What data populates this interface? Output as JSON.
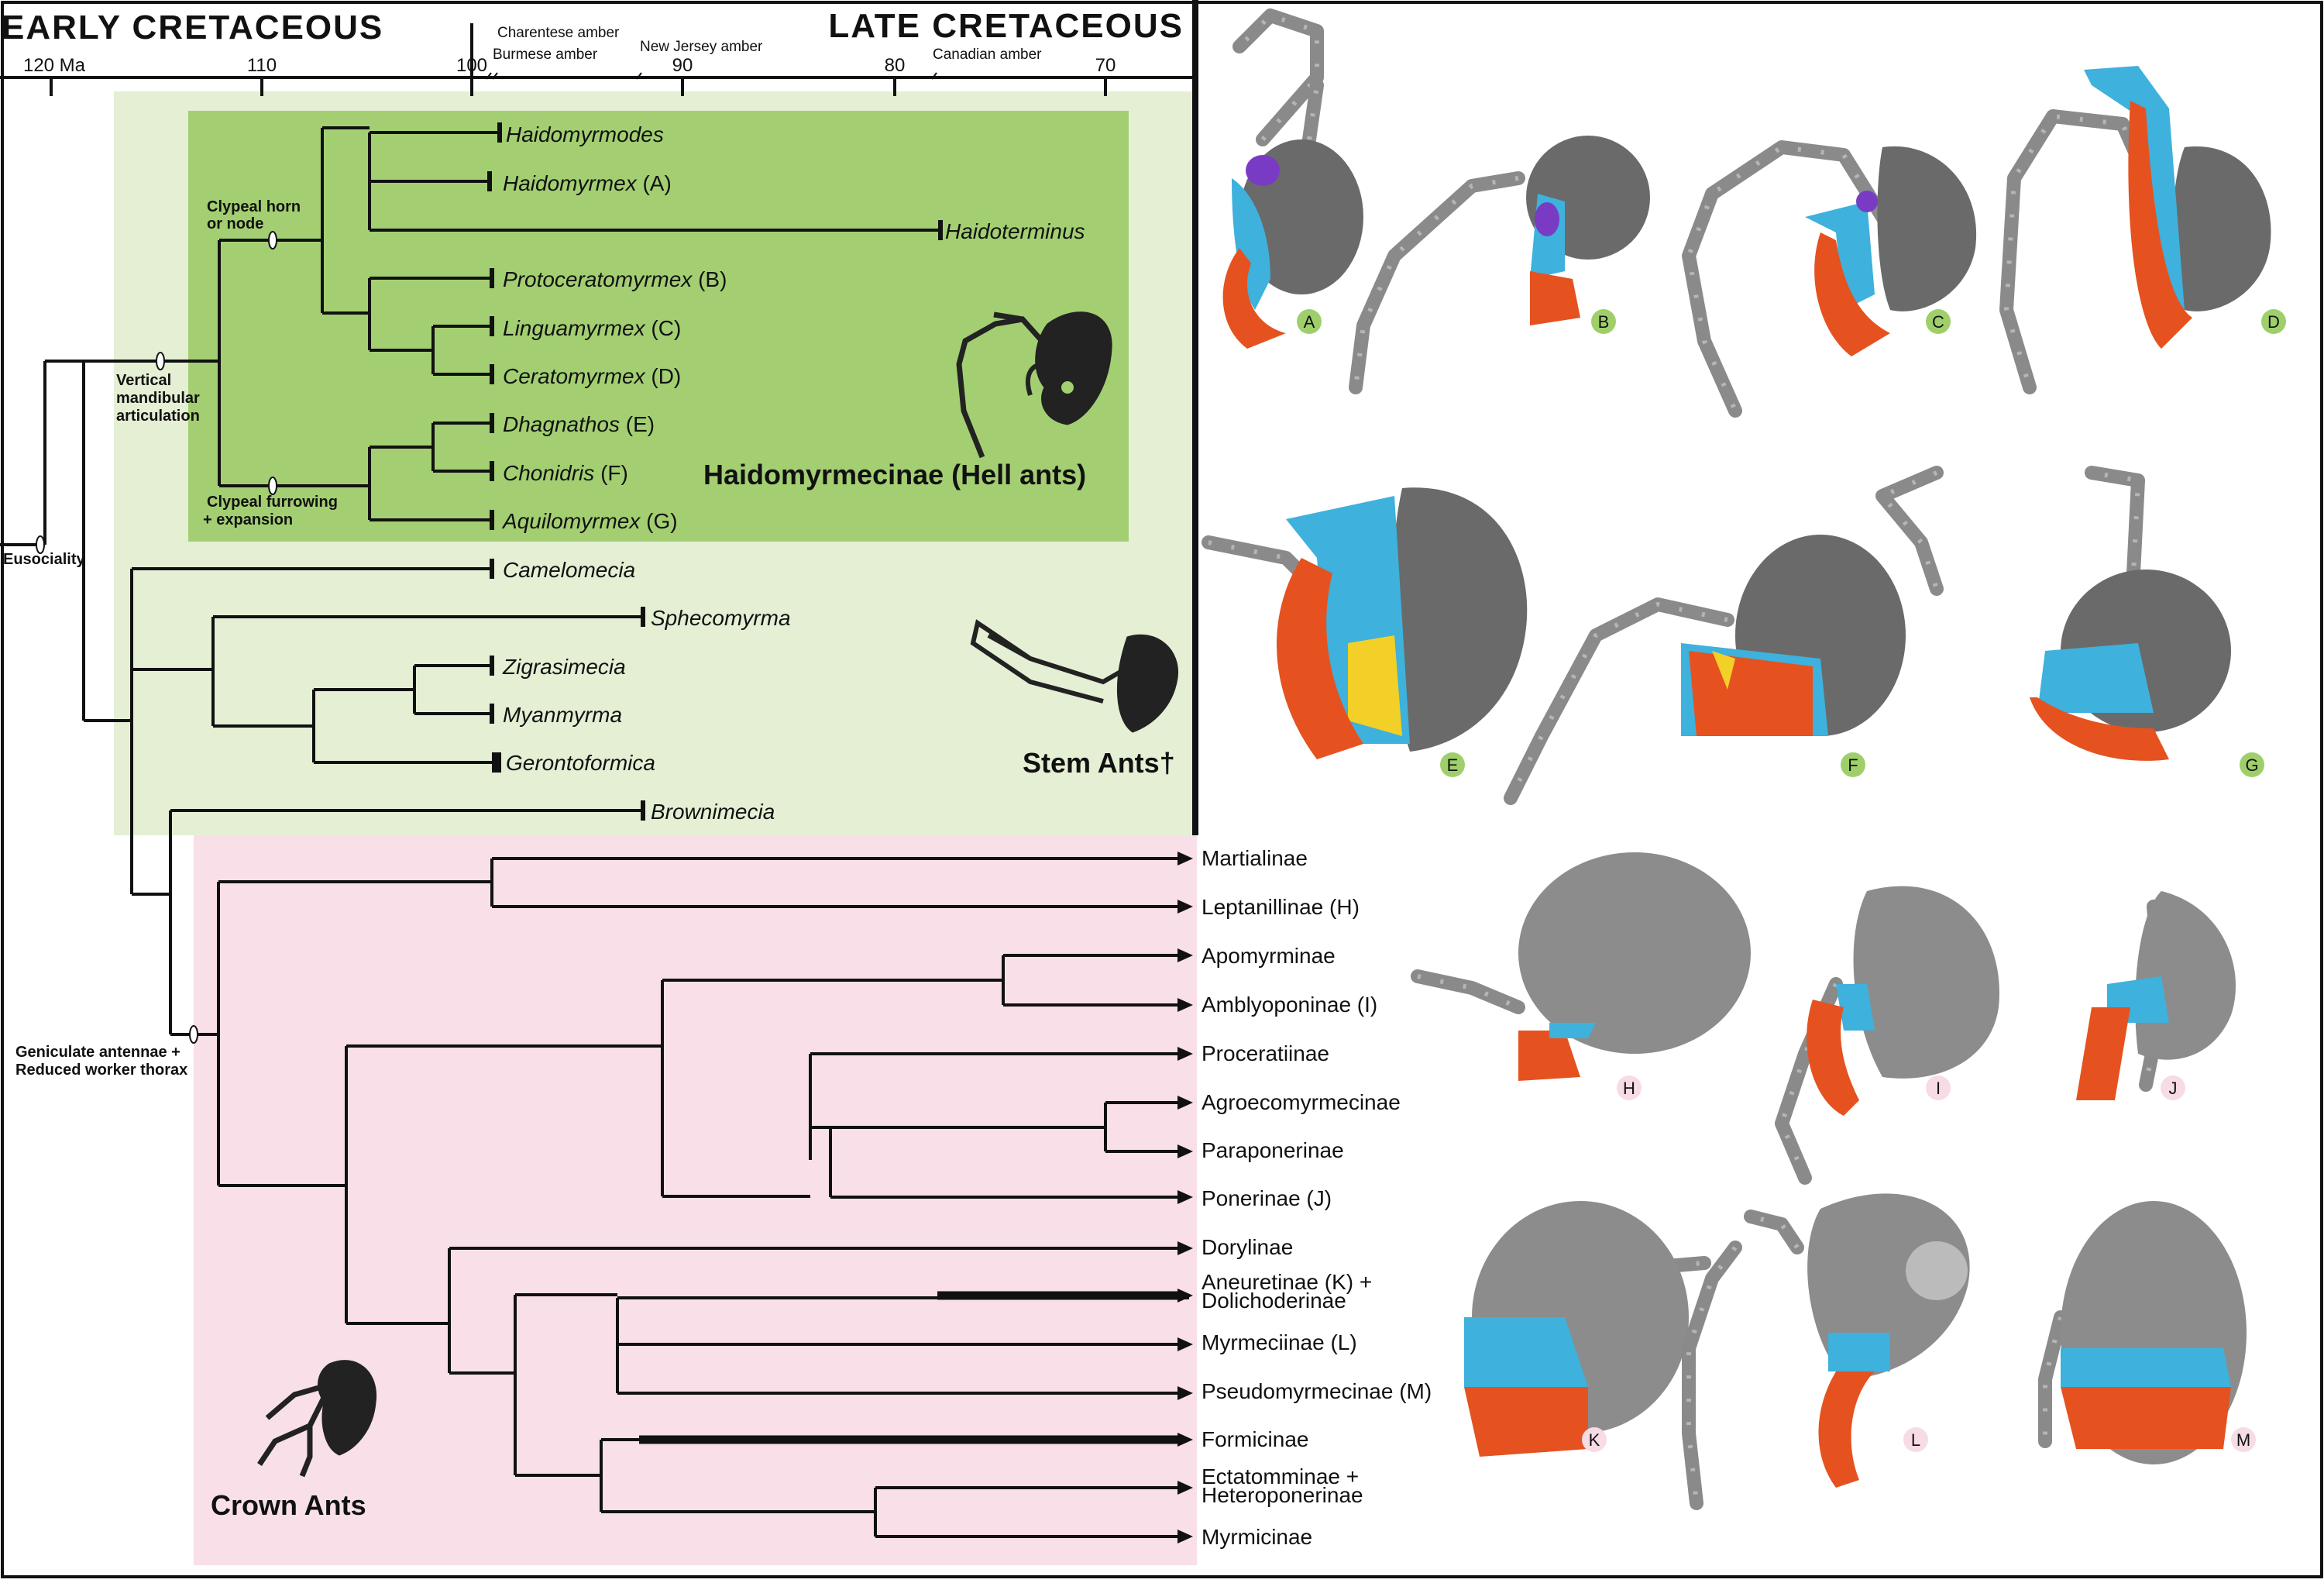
{
  "timescale": {
    "early_label": "EARLY CRETACEOUS",
    "late_label": "LATE CRETACEOUS",
    "ticks": [
      "120 Ma",
      "110",
      "100",
      "90",
      "80",
      "70"
    ],
    "ambers": [
      "Charentese amber",
      "Burmese amber",
      "New Jersey amber",
      "Canadian amber"
    ]
  },
  "node_labels": {
    "eusociality": "Eusociality",
    "vertical_1": "Vertical",
    "vertical_2": "mandibular",
    "vertical_3": "articulation",
    "clypeal_horn_1": "Clypeal horn",
    "clypeal_horn_2": "or node",
    "clypeal_furrow_1": "Clypeal furrowing",
    "clypeal_furrow_2": "+ expansion",
    "geniculate_1": "Geniculate antennae +",
    "geniculate_2": "Reduced worker thorax"
  },
  "groups": {
    "hell_ants": "Haidomyrmecinae (Hell ants)",
    "stem_ants": "Stem Ants†",
    "crown_ants": "Crown Ants"
  },
  "hell_ant_taxa": [
    {
      "name": "Haidomyrmodes",
      "tag": ""
    },
    {
      "name": "Haidomyrmex",
      "tag": "(A)"
    },
    {
      "name": "Haidoterminus",
      "tag": ""
    },
    {
      "name": "Protoceratomyrmex",
      "tag": "(B)"
    },
    {
      "name": "Linguamyrmex",
      "tag": "(C)"
    },
    {
      "name": "Ceratomyrmex",
      "tag": "(D)"
    },
    {
      "name": "Dhagnathos",
      "tag": "(E)"
    },
    {
      "name": "Chonidris",
      "tag": "(F)"
    },
    {
      "name": "Aquilomyrmex",
      "tag": "(G)"
    }
  ],
  "stem_taxa": [
    "Camelomecia",
    "Sphecomyrma",
    "Zigrasimecia",
    "Myanmyrma",
    "Gerontoformica",
    "Brownimecia"
  ],
  "crown_taxa": [
    {
      "line1": "Martialinae",
      "line2": ""
    },
    {
      "line1": "Leptanillinae (H)",
      "line2": ""
    },
    {
      "line1": "Apomyrminae",
      "line2": ""
    },
    {
      "line1": "Amblyoponinae (I)",
      "line2": ""
    },
    {
      "line1": "Proceratiinae",
      "line2": ""
    },
    {
      "line1": "Agroecomyrmecinae",
      "line2": ""
    },
    {
      "line1": "Paraponerinae",
      "line2": ""
    },
    {
      "line1": "Ponerinae (J)",
      "line2": ""
    },
    {
      "line1": "Dorylinae",
      "line2": ""
    },
    {
      "line1": "Aneuretinae (K) +",
      "line2": "Dolichoderinae"
    },
    {
      "line1": "Myrmeciinae (L)",
      "line2": ""
    },
    {
      "line1": "Pseudomyrmecinae (M)",
      "line2": ""
    },
    {
      "line1": "Formicinae",
      "line2": ""
    },
    {
      "line1": "Ectatomminae +",
      "line2": "Heteroponerinae"
    },
    {
      "line1": "Myrmicinae",
      "line2": ""
    }
  ],
  "panel_letters": [
    "A",
    "B",
    "C",
    "D",
    "E",
    "F",
    "G",
    "H",
    "I",
    "J",
    "K",
    "L",
    "M"
  ],
  "colors": {
    "hell_box": "#a3cf72",
    "stem_box": "#e4efd4",
    "crown_box": "#f8dfe8",
    "mandible": "#e5521f",
    "clypeus": "#3eb1dc",
    "horn": "#7a3bc4",
    "labrum_yellow": "#f2d027",
    "head_grey": "#6a6a6a",
    "letter_green": "#9fcf6a",
    "letter_pink": "#f7dbe5"
  }
}
